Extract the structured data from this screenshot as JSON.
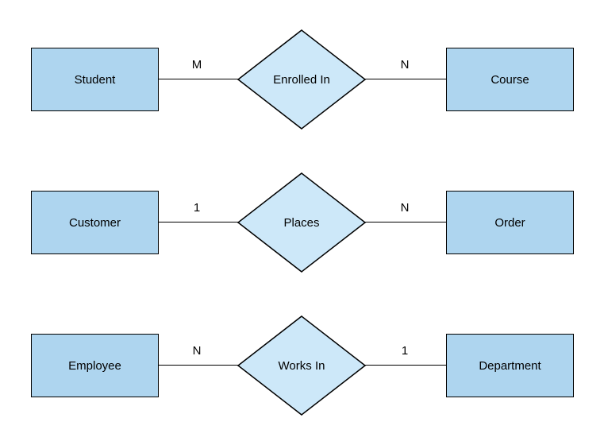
{
  "diagram": {
    "type": "entity-relationship",
    "background": "#FFFFFF",
    "colors": {
      "background": "#FFFFFF",
      "entity_fill": "#AED5EF",
      "relationship_fill": "#CDE8F9",
      "border": "#000000",
      "line": "#000000",
      "text": "#000000"
    },
    "rows": [
      {
        "left_entity": "Student",
        "left_cardinality": "M",
        "relationship": "Enrolled In",
        "right_cardinality": "N",
        "right_entity": "Course"
      },
      {
        "left_entity": "Customer",
        "left_cardinality": "1",
        "relationship": "Places",
        "right_cardinality": "N",
        "right_entity": "Order"
      },
      {
        "left_entity": "Employee",
        "left_cardinality": "N",
        "relationship": "Works In",
        "right_cardinality": "1",
        "right_entity": "Department"
      }
    ]
  }
}
